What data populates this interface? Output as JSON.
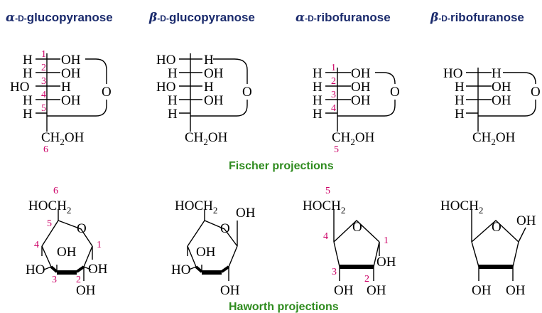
{
  "titles": {
    "t1": {
      "greek": "α",
      "d": "-D-",
      "name": "glucopyranose"
    },
    "t2": {
      "greek": "β",
      "d": "-D-",
      "name": "glucopyranose"
    },
    "t3": {
      "greek": "α",
      "d": "-D-",
      "name": "ribofuranose"
    },
    "t4": {
      "greek": "β",
      "d": "-D-",
      "name": "ribofuranose"
    }
  },
  "sections": {
    "fischer": "Fischer projections",
    "haworth": "Haworth projections"
  },
  "atoms": {
    "H": "H",
    "OH": "OH",
    "HO": "HO",
    "O": "O",
    "CH": "CH",
    "two": "2",
    "HOCH": "HOCH"
  },
  "numbers": [
    "1",
    "2",
    "3",
    "4",
    "5",
    "6"
  ]
}
